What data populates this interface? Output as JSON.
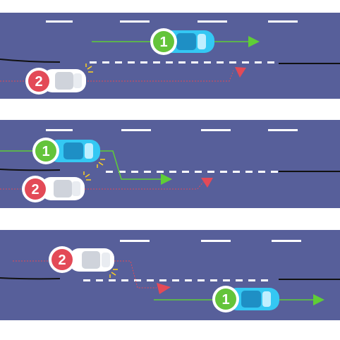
{
  "palette": {
    "road": "#575f9a",
    "lane_mark": "#ffffff",
    "car1_body": "#34c8f3",
    "car2_body": "#ffffff",
    "badge1": "#64c43a",
    "badge2": "#e34a57",
    "path1": "#5fce36",
    "path2": "#e34a57"
  },
  "panels": [
    {
      "id": "panel-1",
      "cars": [
        {
          "badge": "1",
          "role": "car-1"
        },
        {
          "badge": "2",
          "role": "car-2"
        }
      ]
    },
    {
      "id": "panel-2",
      "cars": [
        {
          "badge": "1",
          "role": "car-1"
        },
        {
          "badge": "2",
          "role": "car-2"
        }
      ]
    },
    {
      "id": "panel-3",
      "cars": [
        {
          "badge": "2",
          "role": "car-2"
        },
        {
          "badge": "1",
          "role": "car-1"
        }
      ]
    }
  ]
}
